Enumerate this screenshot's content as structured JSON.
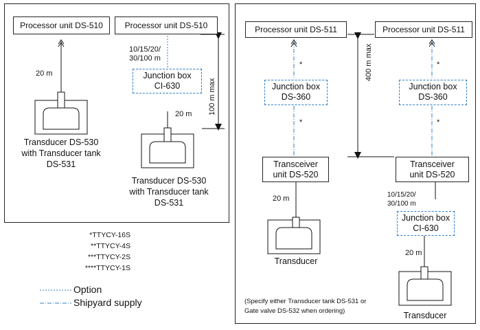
{
  "left_panel": {
    "unit_a": "Processor unit DS-510",
    "unit_b": "Processor unit DS-510",
    "cable_a": "20 m",
    "cable_options_line1": "10/15/20/",
    "cable_options_line2": "30/100 m",
    "junction": {
      "line1": "Junction box",
      "line2": "CI-630"
    },
    "cable_b": "20 m",
    "distance": "100 m max",
    "transducer_a": {
      "line1": "Transducer DS-530",
      "line2": "with Transducer tank",
      "line3": "DS-531"
    },
    "transducer_b": {
      "line1": "Transducer DS-530",
      "line2": "with Transducer tank",
      "line3": "DS-531"
    }
  },
  "legend": {
    "cables": [
      "*TTYCY-16S",
      "**TTYCY-4S",
      "***TTYCY-2S",
      "****TTYCY-1S"
    ],
    "option": "Option",
    "shipyard": "Shipyard supply",
    "option_color": "#2b7cc7",
    "shipyard_color": "#2b7cc7"
  },
  "right_panel": {
    "unit_a": "Processor unit DS-511",
    "unit_b": "Processor unit DS-511",
    "star": "*",
    "junction_a": {
      "line1": "Junction box",
      "line2": "DS-360"
    },
    "junction_b": {
      "line1": "Junction box",
      "line2": "DS-360"
    },
    "distance": "400 m max",
    "transceiver_a": {
      "line1": "Transceiver",
      "line2": "unit DS-520"
    },
    "transceiver_b": {
      "line1": "Transceiver",
      "line2": "unit DS-520"
    },
    "cable_a": "20 m",
    "cable_options_line1": "10/15/20/",
    "cable_options_line2": "30/100 m",
    "junction_c": {
      "line1": "Junction box",
      "line2": "CI-630"
    },
    "cable_b": "20 m",
    "transducer_a": "Transducer",
    "transducer_b": "Transducer",
    "note_line1": "(Specify either Transducer tank DS-531 or",
    "note_line2": "Gate valve DS-532 when ordering)"
  }
}
